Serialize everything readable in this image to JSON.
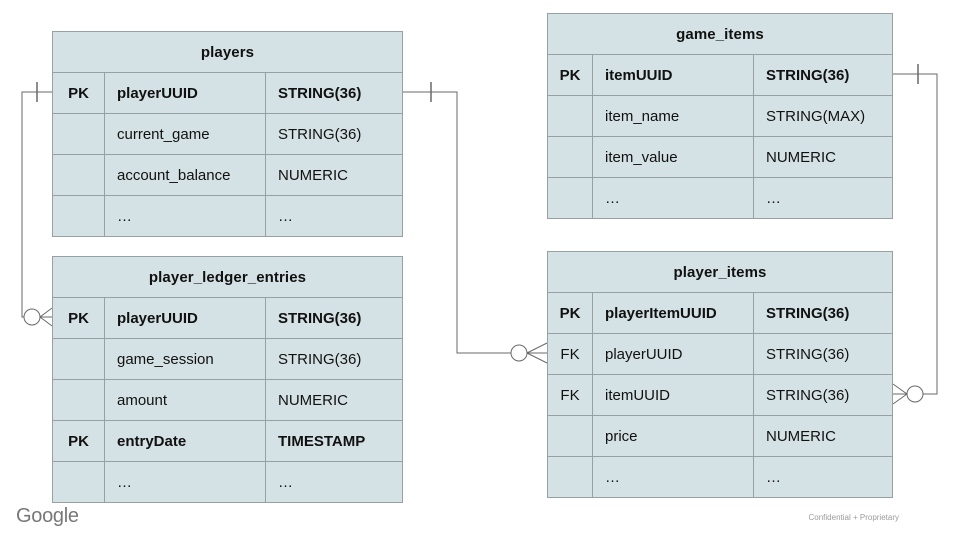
{
  "slide": {
    "background": "#ffffff"
  },
  "tables": {
    "players": {
      "title": "players",
      "rows": [
        {
          "key": "PK",
          "name": "playerUUID",
          "type": "STRING(36)"
        },
        {
          "key": "",
          "name": "current_game",
          "type": "STRING(36)"
        },
        {
          "key": "",
          "name": "account_balance",
          "type": "NUMERIC"
        },
        {
          "key": "",
          "name": "…",
          "type": "…"
        }
      ]
    },
    "game_items": {
      "title": "game_items",
      "rows": [
        {
          "key": "PK",
          "name": "itemUUID",
          "type": "STRING(36)"
        },
        {
          "key": "",
          "name": "item_name",
          "type": "STRING(MAX)"
        },
        {
          "key": "",
          "name": "item_value",
          "type": "NUMERIC"
        },
        {
          "key": "",
          "name": "…",
          "type": "…"
        }
      ]
    },
    "player_ledger_entries": {
      "title": "player_ledger_entries",
      "rows": [
        {
          "key": "PK",
          "name": "playerUUID",
          "type": "STRING(36)"
        },
        {
          "key": "",
          "name": "game_session",
          "type": "STRING(36)"
        },
        {
          "key": "",
          "name": "amount",
          "type": "NUMERIC"
        },
        {
          "key": "PK",
          "name": "entryDate",
          "type": "TIMESTAMP"
        },
        {
          "key": "",
          "name": "…",
          "type": "…"
        }
      ]
    },
    "player_items": {
      "title": "player_items",
      "rows": [
        {
          "key": "PK",
          "name": "playerItemUUID",
          "type": "STRING(36)"
        },
        {
          "key": "FK",
          "name": "playerUUID",
          "type": "STRING(36)"
        },
        {
          "key": "FK",
          "name": "itemUUID",
          "type": "STRING(36)"
        },
        {
          "key": "",
          "name": "price",
          "type": "NUMERIC"
        },
        {
          "key": "",
          "name": "…",
          "type": "…"
        }
      ]
    }
  },
  "relationships": [
    {
      "from": "players.playerUUID",
      "to": "player_ledger_entries.playerUUID",
      "from_cardinality": "one",
      "to_cardinality": "zero-or-many"
    },
    {
      "from": "players.playerUUID",
      "to": "player_items.playerUUID",
      "from_cardinality": "one",
      "to_cardinality": "zero-or-many"
    },
    {
      "from": "game_items.itemUUID",
      "to": "player_items.itemUUID",
      "from_cardinality": "one",
      "to_cardinality": "zero-or-many"
    }
  ],
  "footer": {
    "logo": "Google",
    "confidential": "Confidential + Proprietary"
  },
  "colors": {
    "table_fill": "#d5e2e5",
    "table_border": "#97a0a3",
    "connector": "#696969",
    "text": "#111111",
    "logo_gray": "#787878",
    "note_gray": "#9b9b9b"
  }
}
